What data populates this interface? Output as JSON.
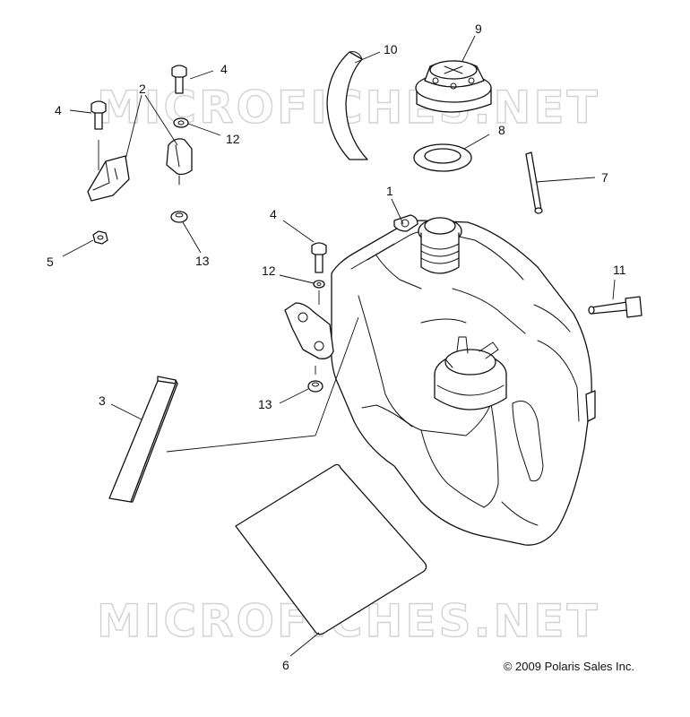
{
  "watermark": {
    "text": "MICROFICHES.NET",
    "color": "#d2d2d2"
  },
  "copyright": "© 2009 Polaris Sales Inc.",
  "callouts": [
    {
      "id": "c1",
      "label": "1"
    },
    {
      "id": "c2",
      "label": "2"
    },
    {
      "id": "c3",
      "label": "3"
    },
    {
      "id": "c4a",
      "label": "4"
    },
    {
      "id": "c4b",
      "label": "4"
    },
    {
      "id": "c4c",
      "label": "4"
    },
    {
      "id": "c5",
      "label": "5"
    },
    {
      "id": "c6",
      "label": "6"
    },
    {
      "id": "c7",
      "label": "7"
    },
    {
      "id": "c8",
      "label": "8"
    },
    {
      "id": "c9",
      "label": "9"
    },
    {
      "id": "c10",
      "label": "10"
    },
    {
      "id": "c11",
      "label": "11"
    },
    {
      "id": "c12a",
      "label": "12"
    },
    {
      "id": "c12b",
      "label": "12"
    },
    {
      "id": "c13a",
      "label": "13"
    },
    {
      "id": "c13b",
      "label": "13"
    }
  ]
}
